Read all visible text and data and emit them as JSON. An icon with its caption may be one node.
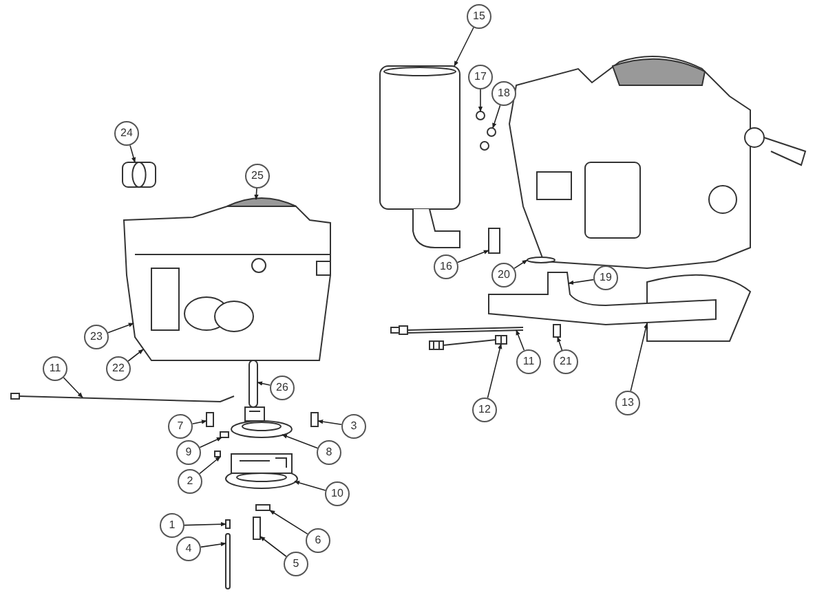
{
  "diagram": {
    "nodes": [
      {
        "text": [
          "15"
        ]
      },
      {
        "text": [
          "17"
        ]
      },
      {
        "text": [
          "18"
        ]
      },
      {
        "text": [
          "24"
        ]
      },
      {
        "text": [
          "25"
        ]
      },
      {
        "text": [
          "16"
        ]
      },
      {
        "text": [
          "20"
        ]
      },
      {
        "text": [
          "19"
        ]
      },
      {
        "text": [
          "23"
        ]
      },
      {
        "text": [
          "22"
        ]
      },
      {
        "text": [
          "11"
        ]
      },
      {
        "text": [
          "26"
        ]
      },
      {
        "text": [
          "11"
        ]
      },
      {
        "text": [
          "21"
        ]
      },
      {
        "text": [
          "7"
        ]
      },
      {
        "text": [
          "3"
        ]
      },
      {
        "text": [
          "9"
        ]
      },
      {
        "text": [
          "8"
        ]
      },
      {
        "text": [
          "12"
        ]
      },
      {
        "text": [
          "13"
        ]
      },
      {
        "text": [
          "2"
        ]
      },
      {
        "text": [
          "10"
        ]
      },
      {
        "text": [
          "1"
        ]
      },
      {
        "text": [
          "6"
        ]
      },
      {
        "text": [
          "4"
        ]
      },
      {
        "text": [
          "5"
        ]
      },
      {
        "text": [],
        "shape": "cylinder"
      },
      {
        "text": [],
        "shape": "circle"
      },
      {
        "text": [],
        "shape": "circle"
      },
      {
        "text": [],
        "shape": "cylinder"
      },
      {
        "text": [],
        "shape": "picture"
      },
      {
        "text": [],
        "shape": "box"
      },
      {
        "text": [],
        "shape": "ellipse"
      },
      {
        "text": [],
        "shape": "pipe"
      },
      {
        "text": [],
        "shape": "picture"
      },
      {
        "text": [],
        "shape": "box"
      },
      {
        "text": [],
        "shape": "picture"
      },
      {
        "text": [],
        "shape": "picture"
      },
      {
        "text": [],
        "shape": "bar"
      },
      {
        "text": [],
        "shape": "box"
      },
      {
        "text": [],
        "shape": "box"
      },
      {
        "text": [],
        "shape": "box"
      },
      {
        "text": [],
        "shape": "picture"
      },
      {
        "text": [],
        "shape": "box"
      },
      {
        "text": [],
        "shape": "picture"
      },
      {
        "text": [],
        "shape": "box"
      },
      {
        "text": [],
        "shape": "box"
      },
      {
        "text": [],
        "shape": "bar"
      },
      {
        "text": [],
        "shape": "box"
      }
    ],
    "edges": [
      {
        "from": 0,
        "to": 26,
        "arrow": "to"
      },
      {
        "from": 1,
        "to": 27,
        "arrow": "to"
      },
      {
        "from": 2,
        "to": 28,
        "arrow": "to"
      },
      {
        "from": 3,
        "to": 29,
        "arrow": "to"
      },
      {
        "from": 4,
        "to": 30,
        "arrow": "to"
      },
      {
        "from": 5,
        "to": 31,
        "arrow": "to"
      },
      {
        "from": 6,
        "to": 32,
        "arrow": "to"
      },
      {
        "from": 7,
        "to": 33,
        "arrow": "to"
      },
      {
        "from": 8,
        "to": 30,
        "arrow": "to"
      },
      {
        "from": 9,
        "to": 30,
        "arrow": "to"
      },
      {
        "from": 10,
        "to": 37,
        "arrow": "to"
      },
      {
        "from": 11,
        "to": 38,
        "arrow": "to"
      },
      {
        "from": 12,
        "to": 34,
        "arrow": "to"
      },
      {
        "from": 13,
        "to": 35,
        "arrow": "to"
      },
      {
        "from": 14,
        "to": 39,
        "arrow": "to"
      },
      {
        "from": 15,
        "to": 40,
        "arrow": "to"
      },
      {
        "from": 16,
        "to": 41,
        "arrow": "to"
      },
      {
        "from": 17,
        "to": 42,
        "arrow": "to"
      },
      {
        "from": 18,
        "to": 36,
        "arrow": "to"
      },
      {
        "from": 19,
        "to": 33,
        "arrow": "to"
      },
      {
        "from": 20,
        "to": 43,
        "arrow": "to"
      },
      {
        "from": 21,
        "to": 44,
        "arrow": "to"
      },
      {
        "from": 22,
        "to": 45,
        "arrow": "to"
      },
      {
        "from": 23,
        "to": 46,
        "arrow": "to"
      },
      {
        "from": 24,
        "to": 47,
        "arrow": "to"
      },
      {
        "from": 25,
        "to": 48,
        "arrow": "to"
      }
    ]
  }
}
